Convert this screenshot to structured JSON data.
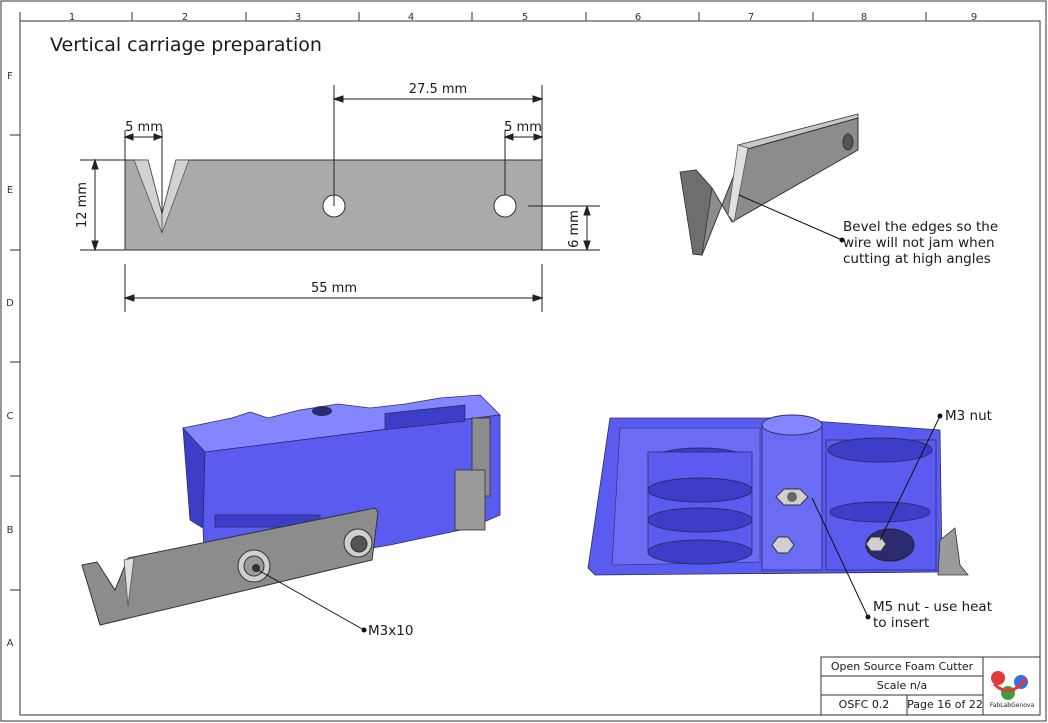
{
  "sheet": {
    "title": "Vertical carriage preparation",
    "col_labels": [
      "1",
      "2",
      "3",
      "4",
      "5",
      "6",
      "7",
      "8",
      "9"
    ],
    "row_labels": [
      "F",
      "E",
      "D",
      "C",
      "B",
      "A"
    ]
  },
  "dimensions": {
    "d_27_5": "27.5 mm",
    "d_5_left": "5 mm",
    "d_5_right": "5 mm",
    "d_12": "12 mm",
    "d_6": "6 mm",
    "d_55": "55 mm"
  },
  "notes": {
    "bevel": [
      "Bevel the edges so the",
      "wire will not jam when",
      "cutting at high angles"
    ],
    "m3x10": "M3x10",
    "m3nut": "M3 nut",
    "m5nut": [
      "M5 nut - use heat",
      "to insert"
    ]
  },
  "title_block": {
    "project": "Open Source Foam Cutter",
    "scale": "Scale n/a",
    "doc_id": "OSFC 0.2",
    "page": "Page 16 of 22",
    "logo_text": "FabLabGenova"
  },
  "colors": {
    "part_blue": "#5a5cf0",
    "part_blue_dark": "#3c3ec8",
    "part_blue_light": "#8486ff",
    "blade_gray": "#8c8c8c",
    "blade_light": "#b4b4b4",
    "drawing_gray": "#aaaaaa"
  }
}
